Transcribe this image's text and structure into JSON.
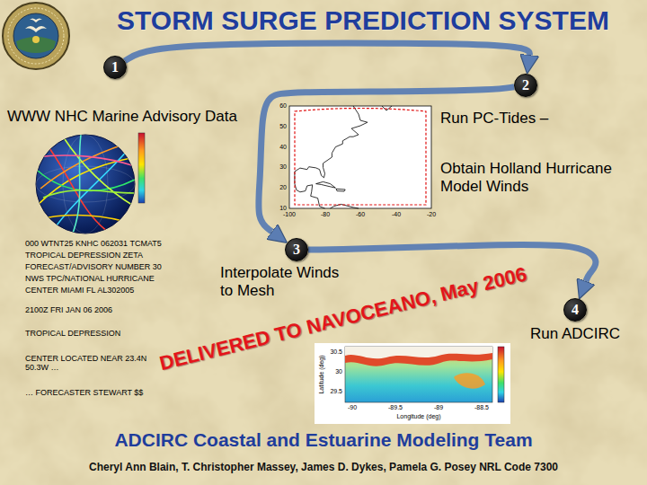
{
  "diagram": {
    "title": "STORM SURGE PREDICTION SYSTEM",
    "nodes": [
      {
        "text": [
          "1"
        ]
      },
      {
        "text": [
          "2"
        ]
      },
      {
        "text": [
          "3"
        ]
      },
      {
        "text": [
          "4"
        ]
      }
    ],
    "edges": [
      {
        "from": 0,
        "to": 1,
        "arrow": "to"
      },
      {
        "from": 1,
        "to": 2,
        "arrow": "to"
      },
      {
        "from": 2,
        "to": 3,
        "arrow": "to"
      }
    ],
    "labels": [
      "WWW NHC Marine Advisory Data",
      "Run PC-Tides –",
      "Obtain Holland Hurricane Model Winds",
      "Interpolate Winds to Mesh",
      "Run ADCIRC",
      "000 WTNT25 KNHC 062031 TCMAT5",
      "TROPICAL DEPRESSION ZETA",
      "FORECAST/ADVISORY NUMBER 30",
      "NWS TPC/NATIONAL HURRICANE",
      "CENTER MIAMI FL AL302005",
      "2100Z FRI JAN 06 2006",
      "TROPICAL DEPRESSION",
      "CENTER LOCATED NEAR 23.4N 50.3W …",
      "… FORECASTER STEWART $$",
      "DELIVERED TO NAVOCEANO, May 2006",
      "ADCIRC Coastal and Estuarine Modeling Team",
      "Cheryl Ann Blain, T. Christopher Massey, James D. Dykes, Pamela G. Posey NRL Code 7300",
      "60",
      "50",
      "40",
      "30",
      "20",
      "10",
      "-100",
      "-80",
      "-60",
      "-40",
      "-20",
      "-90",
      "-89.5",
      "-89",
      "-88.5",
      "30.5",
      "30",
      "29.5",
      "Longitude (deg)",
      "Latitude (deg)"
    ]
  }
}
